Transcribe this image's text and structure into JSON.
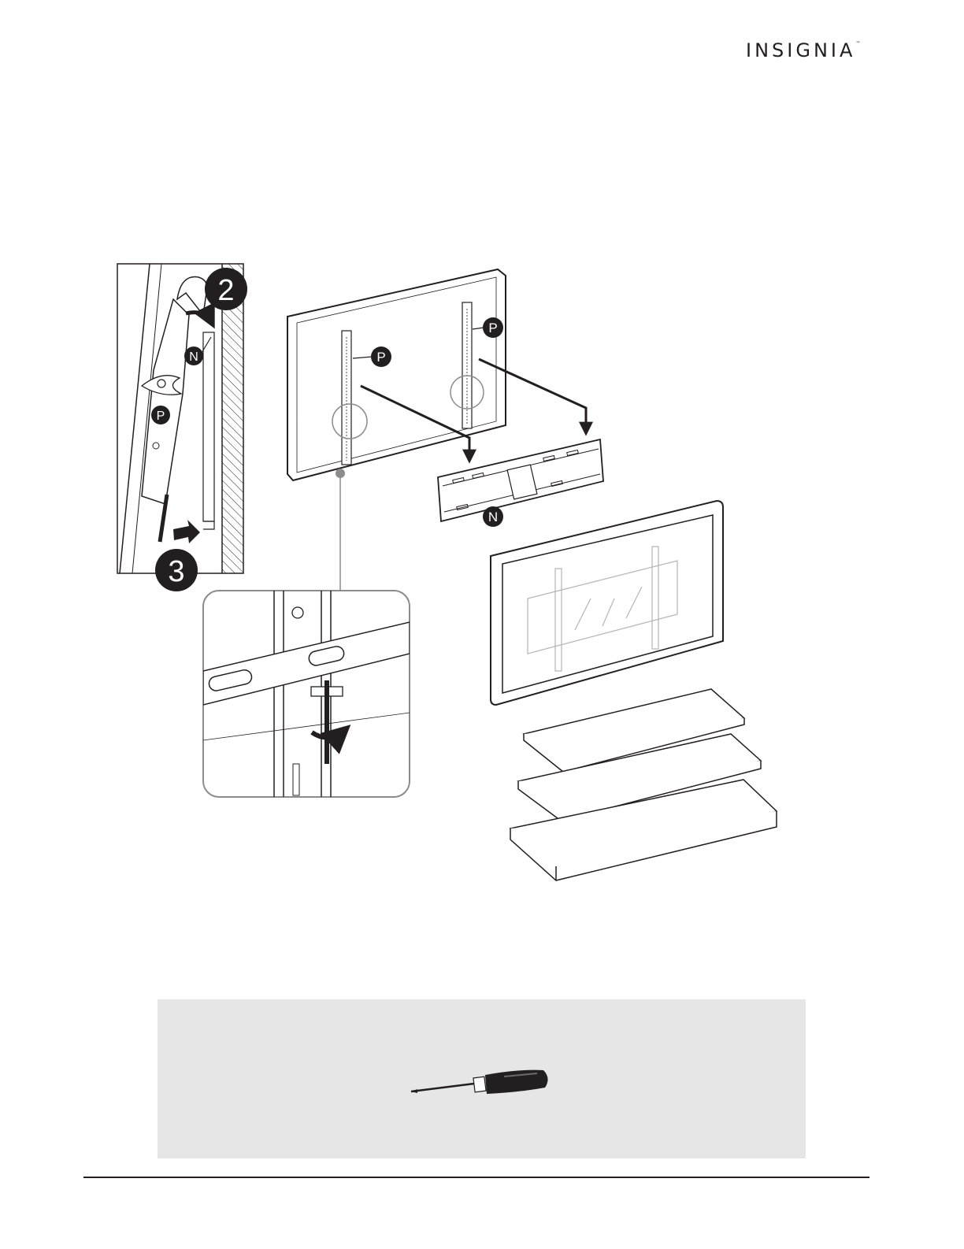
{
  "header": {
    "brand": "INSIGNIA",
    "trademark": "™"
  },
  "figure": {
    "steps": [
      "2",
      "3"
    ],
    "part_labels": {
      "p": "P",
      "n": "N"
    }
  },
  "tools": {
    "items": [
      "screwdriver-icon"
    ]
  },
  "colors": {
    "ink": "#231f20",
    "tool_panel": "#e6e6e6",
    "callout_line": "#8c8c8c"
  }
}
